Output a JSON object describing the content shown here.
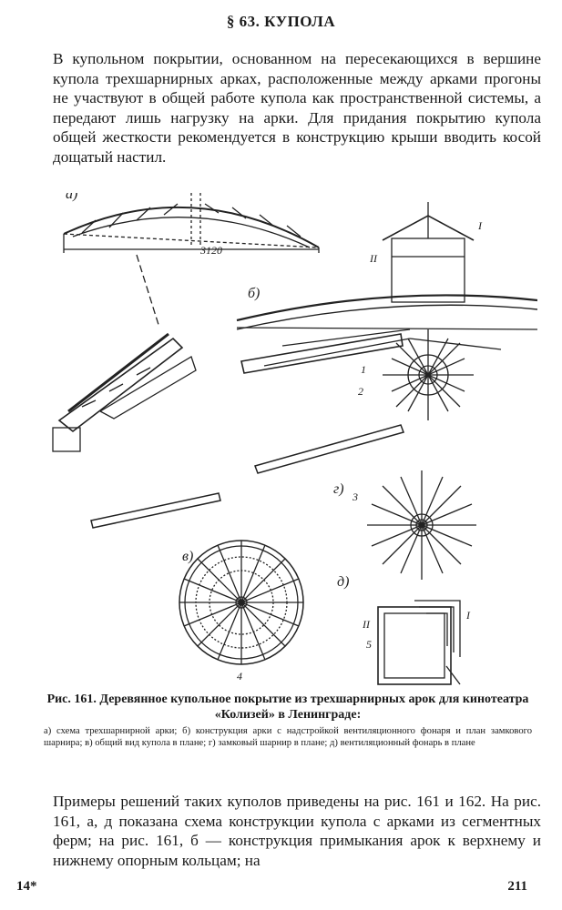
{
  "heading": "§ 63. КУПОЛА",
  "paragraph1": "В купольном покрытии, основанном на пересекающихся в вершине купола трехшарнирных арках, расположенные между арками прогоны не участвуют в общей работе купола как пространственной системы, а передают лишь нагрузку на арки. Для придания покрытию купола общей жесткости рекомендуется в конструкцию крыши вводить косой дощатый настил.",
  "figure": {
    "labels": {
      "a": "а)",
      "b": "б)",
      "v": "в)",
      "g": "г)",
      "d": "д)",
      "dim": "3120",
      "I_top": "I",
      "II_top": "II",
      "I_d": "I",
      "II_d": "II",
      "n1": "1",
      "n2": "2",
      "n3": "3",
      "n4": "4",
      "n5": "5"
    }
  },
  "caption": {
    "title": "Рис. 161. Деревянное купольное покрытие из трехшарнирных арок для кинотеатра «Колизей» в Ленинграде:",
    "legend": "а) схема трехшарнирной арки; б) конструкция арки с надстройкой вентиляционного фонаря и план замкового шарнира; в) общий вид купола в плане; г) замковый шарнир в плане; д) вентиляционный фонарь в плане"
  },
  "paragraph2": "Примеры решений таких куполов приведены на рис. 161 и 162. На рис. 161, а, д показана схема конструкции купола с арками из сегментных ферм; на рис. 161, б — конструкция примыкания арок к верхнему и нижнему опорным кольцам; на",
  "footer": {
    "left": "14*",
    "right": "211"
  }
}
